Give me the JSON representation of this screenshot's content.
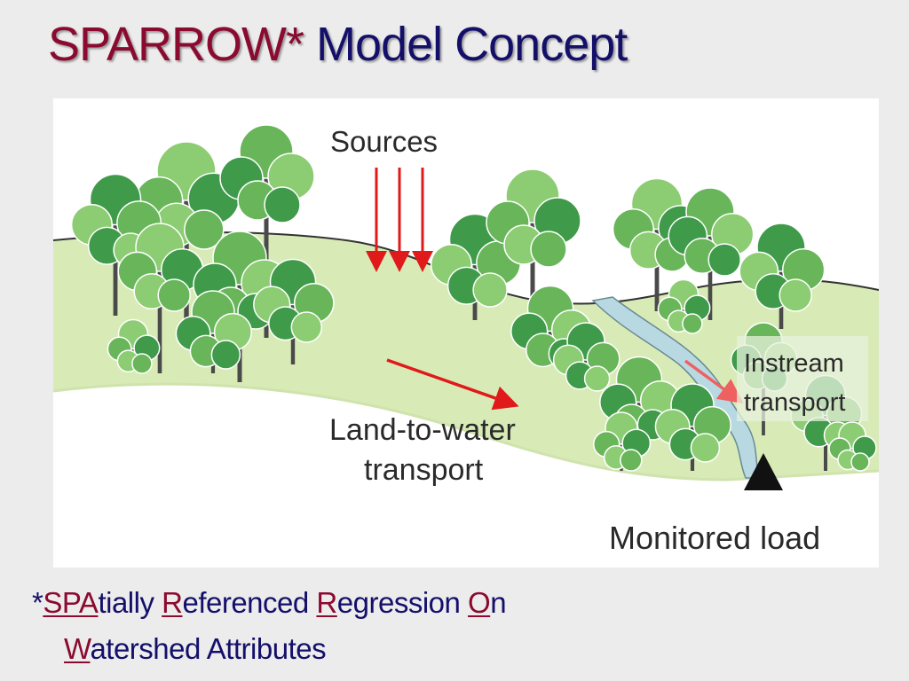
{
  "slide": {
    "title_part_a": "SPARROW*",
    "title_part_b": "Model Concept"
  },
  "diagram": {
    "labels": {
      "sources": "Sources",
      "land_to_water_line1": "Land-to-water",
      "land_to_water_line2": "transport",
      "instream_line1": "Instream",
      "instream_line2": "transport",
      "monitored_load": "Monitored load"
    },
    "colors": {
      "hill": "#d8ebb6",
      "hill_front": "#e6f2cf",
      "tree_light": "#8ccc72",
      "tree_mid": "#68b55a",
      "tree_dark": "#3f9a4a",
      "trunk": "#4a4a4a",
      "stream": "#b8d8e2",
      "arrow": "#e01a1a",
      "instream_arrow": "#ef6060"
    }
  },
  "footnote": {
    "line1": {
      "star": "*",
      "a1": "SPA",
      "r1": "tially ",
      "a2": "R",
      "r2": "eferenced ",
      "a3": "R",
      "r3": "egression ",
      "a4": "O",
      "r4": "n"
    },
    "line2": {
      "a1": "W",
      "r1": "atershed Attributes"
    }
  }
}
